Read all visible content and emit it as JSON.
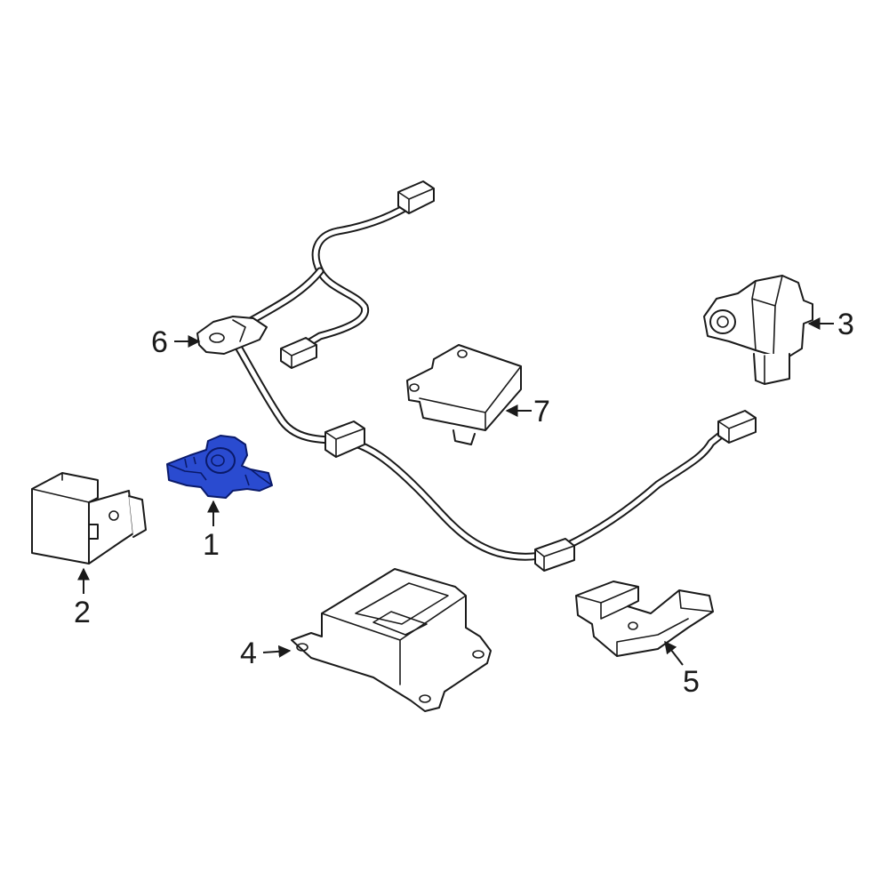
{
  "diagram": {
    "highlight_color": "#2a4bd0",
    "line_color": "#1a1a1a",
    "callouts": [
      {
        "number": "1",
        "part": "highlighted-sensor"
      },
      {
        "number": "2",
        "part": "control-relay"
      },
      {
        "number": "3",
        "part": "impact-sensor"
      },
      {
        "number": "4",
        "part": "airbag-control-module"
      },
      {
        "number": "5",
        "part": "mounting-bracket"
      },
      {
        "number": "6",
        "part": "wiring-harness"
      },
      {
        "number": "7",
        "part": "control-module"
      }
    ]
  }
}
